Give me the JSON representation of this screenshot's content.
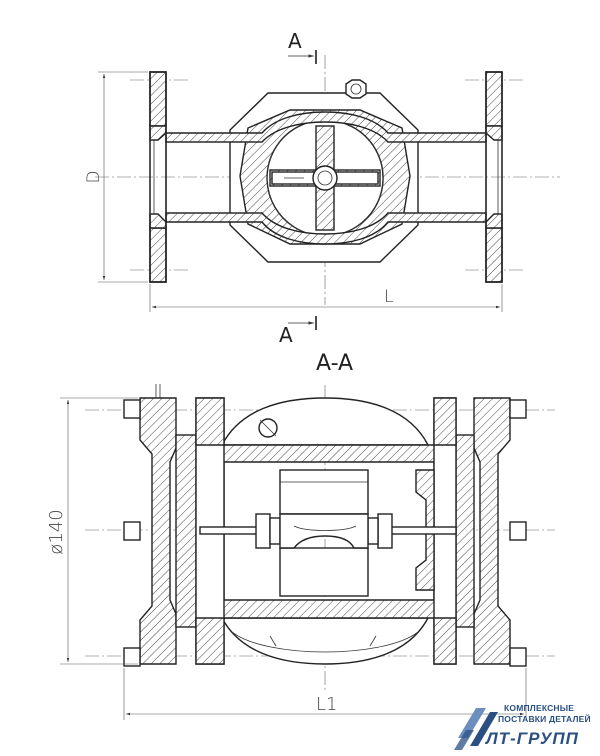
{
  "labels": {
    "section_mark_top": "A",
    "section_mark_bottom": "A",
    "section_title": "A-A",
    "dim_diameter_D": "D",
    "dim_length_L": "L",
    "dim_diameter_140": "ø140",
    "dim_length_L1": "L1"
  },
  "logo": {
    "line1": "КОМПЛЕКСНЫЕ",
    "line2": "ПОСТАВКИ ДЕТАЛЕЙ",
    "brand": "ЛТ-ГРУПП",
    "colors": {
      "primary": "#2a4f83",
      "secondary": "#6d8fc0"
    }
  }
}
